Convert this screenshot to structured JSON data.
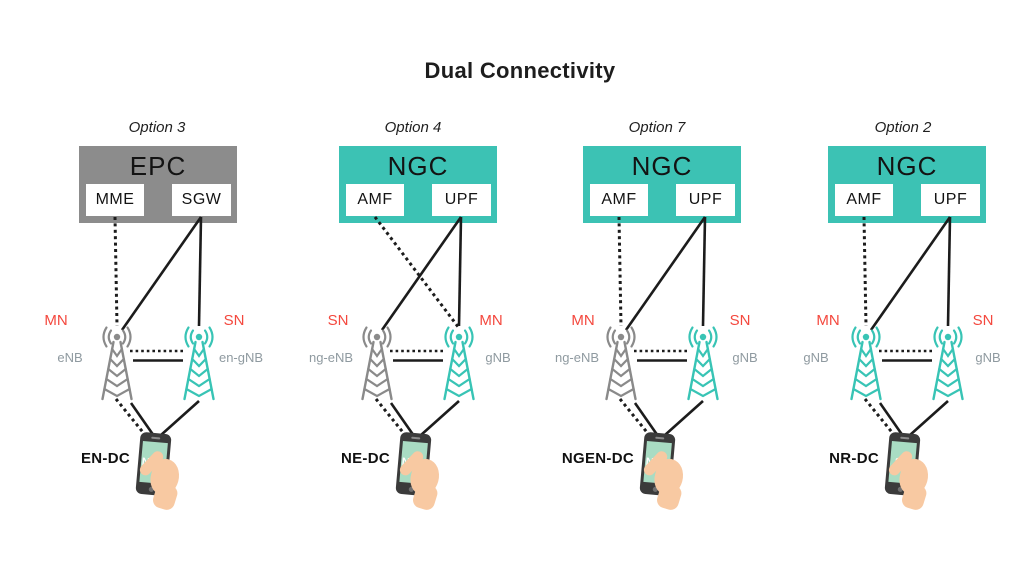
{
  "title": "Dual Connectivity",
  "colors": {
    "bg": "#ffffff",
    "ink": "#1d1d1d",
    "teal": "#3cc2b4",
    "tower_teal": "#38c4b5",
    "core_gray": "#8c8c8c",
    "tower_gray": "#8a8a8a",
    "line": "#1c1c1c",
    "red": "#f4483e",
    "ran_gray": "#8f9aa0",
    "phone_body": "#3b3b3b",
    "phone_screen": "#a9dcc3",
    "hand": "#f8c9a2"
  },
  "options": [
    {
      "label": "Option 3",
      "core": {
        "name": "EPC",
        "color": "gray",
        "left_node": "MME",
        "right_node": "SGW"
      },
      "left_role": "MN",
      "right_role": "SN",
      "left_ran": "eNB",
      "right_ran": "en-gNB",
      "left_tower": "gray",
      "right_tower": "teal",
      "phone_mode": "NSA",
      "dc_name": "EN-DC",
      "links": {
        "control": "MME → eNB (dotted)",
        "user": [
          "SGW → eNB",
          "SGW → en-gNB"
        ],
        "inter_node": "eNB ↔ en-gNB",
        "to_ue": [
          "eNB → UE (dotted + solid)",
          "en-gNB → UE"
        ]
      }
    },
    {
      "label": "Option 4",
      "core": {
        "name": "NGC",
        "color": "teal",
        "left_node": "AMF",
        "right_node": "UPF"
      },
      "left_role": "SN",
      "right_role": "MN",
      "left_ran": "ng-eNB",
      "right_ran": "gNB",
      "left_tower": "gray",
      "right_tower": "teal",
      "phone_mode": "NSA",
      "dc_name": "NE-DC",
      "links": {
        "control": "AMF → gNB (dotted)",
        "user": [
          "UPF → ng-eNB",
          "UPF → gNB"
        ],
        "inter_node": "ng-eNB ↔ gNB",
        "to_ue": [
          "ng-eNB → UE (dotted + solid)",
          "gNB → UE"
        ]
      }
    },
    {
      "label": "Option 7",
      "core": {
        "name": "NGC",
        "color": "teal",
        "left_node": "AMF",
        "right_node": "UPF"
      },
      "left_role": "MN",
      "right_role": "SN",
      "left_ran": "ng-eNB",
      "right_ran": "gNB",
      "left_tower": "gray",
      "right_tower": "teal",
      "phone_mode": "NSA",
      "dc_name": "NGEN-DC",
      "links": {
        "control": "AMF → ng-eNB (dotted)",
        "user": [
          "UPF → ng-eNB",
          "UPF → gNB"
        ],
        "inter_node": "ng-eNB ↔ gNB",
        "to_ue": [
          "ng-eNB → UE (dotted + solid)",
          "gNB → UE"
        ]
      }
    },
    {
      "label": "Option 2",
      "core": {
        "name": "NGC",
        "color": "teal",
        "left_node": "AMF",
        "right_node": "UPF"
      },
      "left_role": "MN",
      "right_role": "SN",
      "left_ran": "gNB",
      "right_ran": "gNB",
      "left_tower": "teal",
      "right_tower": "teal",
      "phone_mode": "SA",
      "dc_name": "NR-DC",
      "links": {
        "control": "AMF → gNB (MN, dotted)",
        "user": [
          "UPF → gNB (MN)",
          "UPF → gNB (SN)"
        ],
        "inter_node": "gNB ↔ gNB",
        "to_ue": [
          "gNB (MN) → UE (dotted + solid)",
          "gNB (SN) → UE"
        ]
      }
    }
  ]
}
